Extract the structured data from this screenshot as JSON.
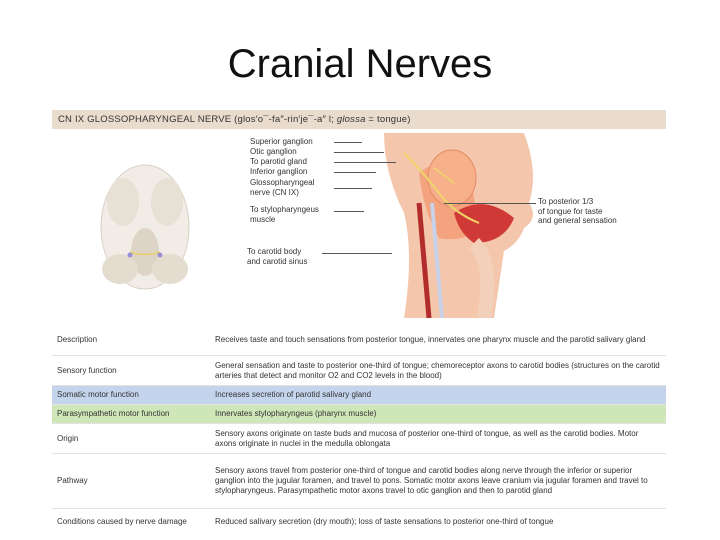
{
  "slide": {
    "title": "Cranial Nerves"
  },
  "header": {
    "prefix": "CN IX GLOSSOPHARYNGEAL NERVE (glos′o¯-fa″-rin′je¯-a″ l;",
    "italic": "glossa",
    "suffix": "= tongue)"
  },
  "figure": {
    "labels": {
      "superior_ganglion": "Superior ganglion",
      "otic_ganglion": "Otic ganglion",
      "to_parotid_gland": "To parotid gland",
      "inferior_ganglion": "Inferior ganglion",
      "glossopharyngeal_nerve_1": "Glossopharyngeal",
      "glossopharyngeal_nerve_2": "nerve (CN IX)",
      "to_stylopharyngeus_1": "To stylopharyngeus",
      "to_stylopharyngeus_2": "muscle",
      "to_posterior_1": "To posterior 1/3",
      "to_posterior_2": "of tongue for taste",
      "to_posterior_3": "and general sensation",
      "to_carotid_1": "To carotid body",
      "to_carotid_2": "and carotid sinus"
    }
  },
  "table": {
    "rows": [
      {
        "key": "Description",
        "value": "Receives taste and touch sensations from posterior tongue, innervates one pharynx muscle and the parotid salivary gland"
      },
      {
        "key": "Sensory function",
        "value": "General sensation and taste to posterior one-third of tongue; chemoreceptor axons to carotid bodies (structures on the carotid arteries that detect and monitor O2 and CO2 levels in the blood)"
      },
      {
        "key": "Somatic motor function",
        "value": "Increases secretion of parotid salivary gland"
      },
      {
        "key": "Parasympathetic motor function",
        "value": "Innervates stylopharyngeus (pharynx muscle)"
      },
      {
        "key": "Origin",
        "value": "Sensory axons originate on taste buds and mucosa of posterior one-third of tongue, as well as the carotid bodies. Motor axons originate in nuclei in the medulla oblongata"
      },
      {
        "key": "Pathway",
        "value": "Sensory axons travel from posterior one-third of tongue and carotid bodies along nerve through the inferior or superior ganglion into the jugular foramen, and travel to pons. Somatic motor axons leave cranium via jugular foramen and travel to stylopharyngeus. Parasympathetic motor axons travel to otic ganglion and then to parotid gland"
      },
      {
        "key": "Conditions caused by nerve damage",
        "value": "Reduced salivary secretion (dry mouth); loss of taste sensations to posterior one-third of tongue"
      }
    ]
  }
}
